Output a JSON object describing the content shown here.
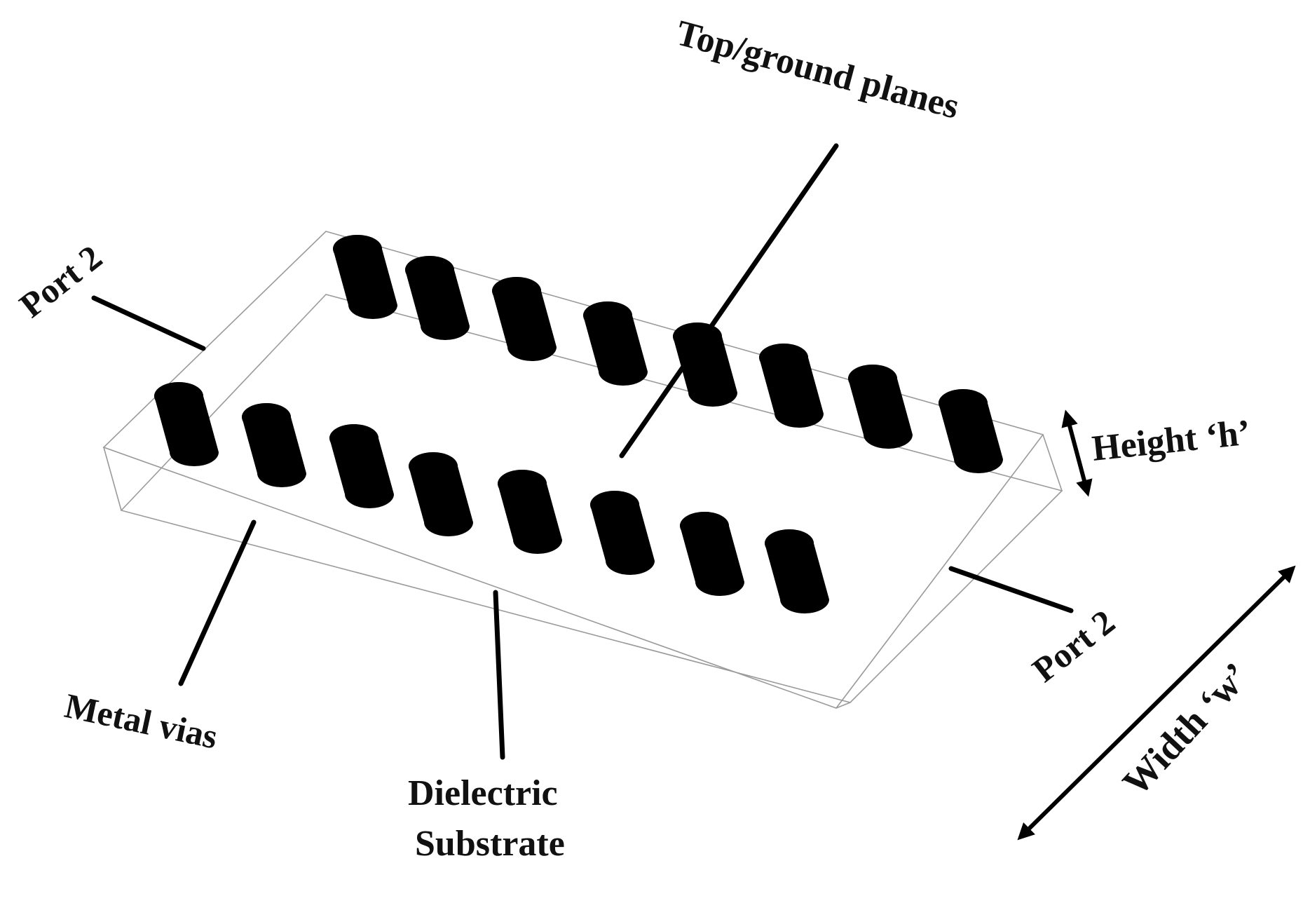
{
  "labels": {
    "top_ground_planes": "Top/ground planes",
    "port_left": "Port 2",
    "port_right": "Port 2",
    "height": "Height ‘h’",
    "width": "Width ‘w’",
    "metal_vias": "Metal vias",
    "dielectric_line1": "Dielectric",
    "dielectric_line2": "Substrate"
  },
  "colors": {
    "via": "#000000",
    "edge": "#9a9a9a",
    "text": "#111111"
  }
}
